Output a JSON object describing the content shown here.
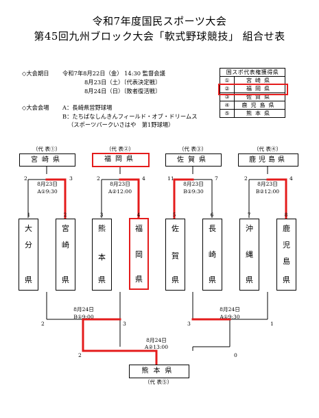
{
  "header": {
    "title_line1": "令和7年度国民スポーツ大会",
    "title_line2": "第45回九州ブロック大会「軟式野球競技」 組合せ表"
  },
  "schedule": {
    "label": "◇大会期日",
    "line1": "令和7年8月22日（金） 14:30 監督会議",
    "line2": "8月23日（土）〔代表決定戦〕",
    "line3": "8月24日（日）〔敗者復活戦〕"
  },
  "venue": {
    "label": "◇大会会場",
    "line_a": "A：長崎県営野球場",
    "line_b": "B：たちばなしんきんフィールド・オブ・ドリームス",
    "line_b2": "（スポーツパークいさはや　第1野球場）"
  },
  "candidates": {
    "title": "国スポ代表権獲得県",
    "rows": [
      {
        "num": "①",
        "name": "宮崎県"
      },
      {
        "num": "②",
        "name": "福岡県"
      },
      {
        "num": "③",
        "name": "佐賀県"
      },
      {
        "num": "④",
        "name": "鹿児島県"
      },
      {
        "num": "⑤",
        "name": "熊本県"
      }
    ]
  },
  "reps": [
    {
      "label": "（代 表①）",
      "team": "宮崎県"
    },
    {
      "label": "（代 表②）",
      "team": "福岡県"
    },
    {
      "label": "（代 表③）",
      "team": "佐賀県"
    },
    {
      "label": "（代 表④）",
      "team": "鹿児島県"
    }
  ],
  "round1": [
    {
      "date": "8月23日",
      "slot": "A①9:30",
      "score_left": "2",
      "score_right": "3"
    },
    {
      "date": "8月23日",
      "slot": "A②12:00",
      "score_left": "2",
      "score_right": "4"
    },
    {
      "date": "8月23日",
      "slot": "B①9:30",
      "score_left": "11",
      "score_right": "7"
    },
    {
      "date": "8月23日",
      "slot": "B②12:00",
      "score_left": "2",
      "score_right": "4"
    }
  ],
  "teams": [
    {
      "num": "1",
      "name": [
        "大",
        "分",
        "",
        "県"
      ]
    },
    {
      "num": "2",
      "name": [
        "宮",
        "崎",
        "",
        "県"
      ]
    },
    {
      "num": "3",
      "name": [
        "熊",
        "",
        "本",
        "県"
      ]
    },
    {
      "num": "4",
      "name": [
        "福",
        "",
        "岡",
        "県"
      ]
    },
    {
      "num": "5",
      "name": [
        "佐",
        "",
        "賀",
        "県"
      ]
    },
    {
      "num": "6",
      "name": [
        "長",
        "崎",
        "",
        "県"
      ]
    },
    {
      "num": "7",
      "name": [
        "沖",
        "縄",
        "",
        "県"
      ]
    },
    {
      "num": "8",
      "name": [
        "鹿",
        "児",
        "島",
        "県"
      ]
    }
  ],
  "repechage": [
    {
      "date": "8月24日",
      "slot": "B①9:00",
      "score_left": "2",
      "score_right": "3"
    },
    {
      "date": "8月24日",
      "slot": "A①9:30",
      "score_left": "3",
      "score_right": "1"
    }
  ],
  "final": {
    "date": "8月24日",
    "slot": "A②13:00",
    "score_left": "2",
    "score_right": "0",
    "team": "熊本県",
    "label": "（代 表⑤）"
  },
  "colors": {
    "highlight": "#e41b1b",
    "line": "#000000"
  }
}
